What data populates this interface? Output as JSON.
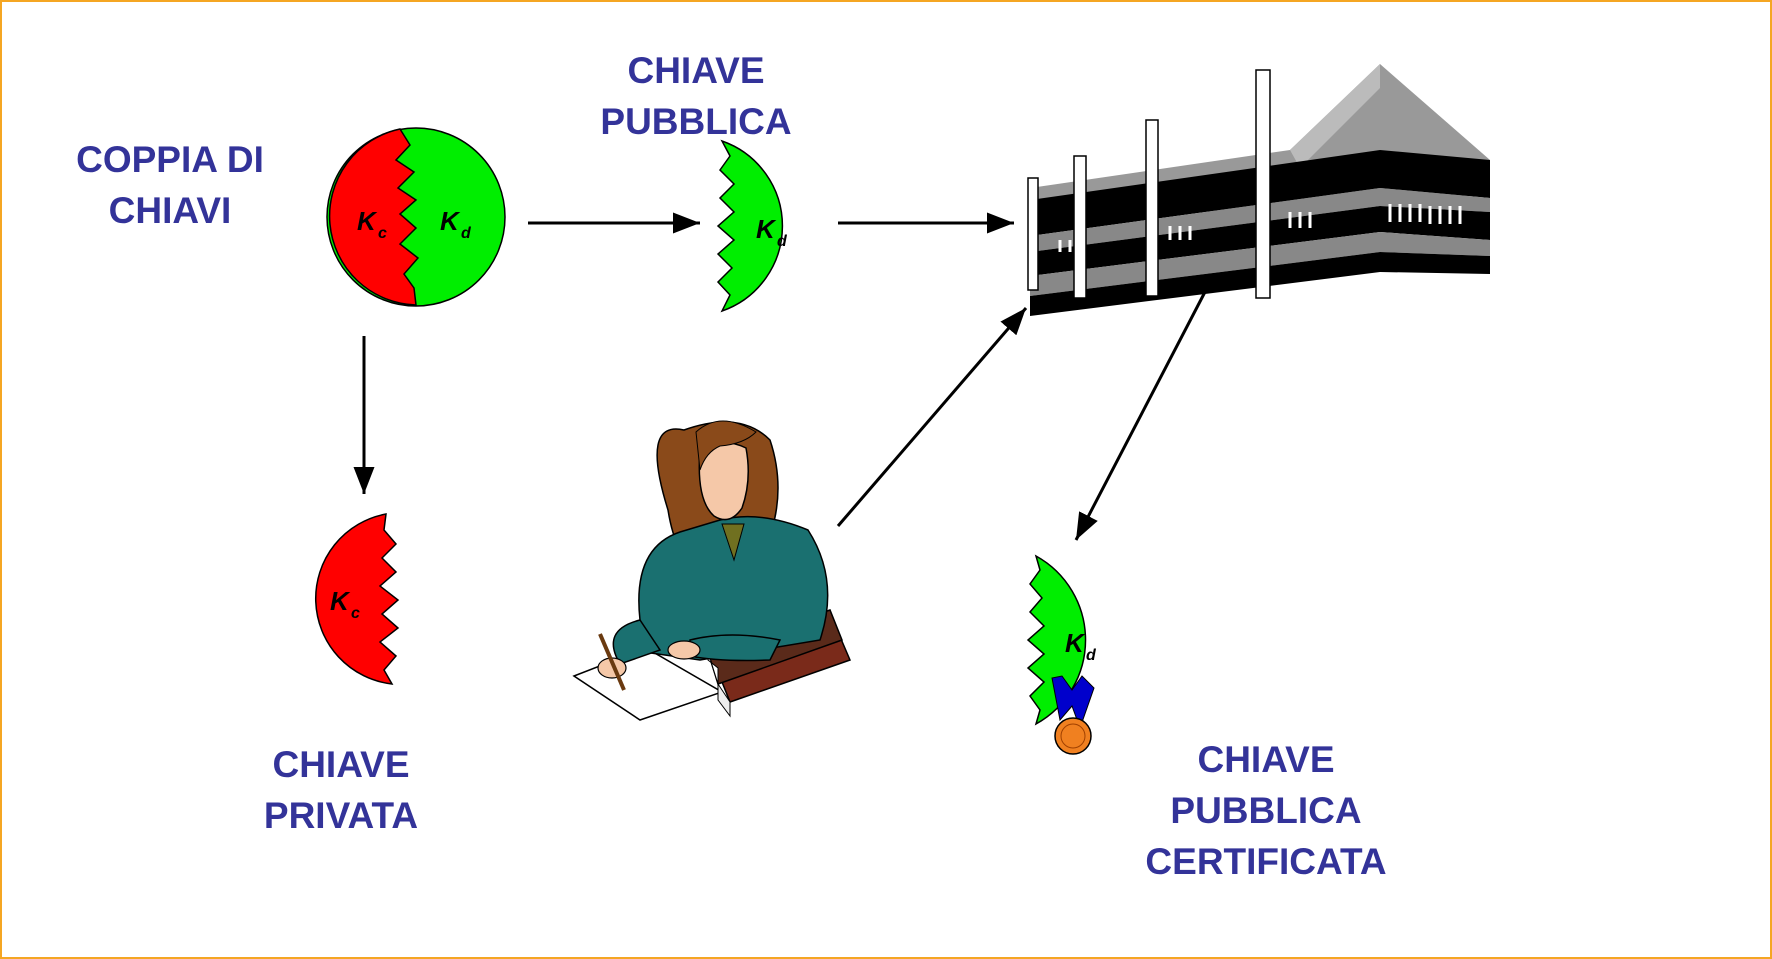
{
  "labels": {
    "coppia": [
      "COPPIA DI",
      "CHIAVI"
    ],
    "pubblica": [
      "CHIAVE",
      "PUBBLICA"
    ],
    "privata": [
      "CHIAVE",
      "PRIVATA"
    ],
    "certificata": [
      "CHIAVE",
      "PUBBLICA",
      "CERTIFICATA"
    ]
  },
  "keys": {
    "private_letter": "K",
    "private_sub": "c",
    "public_letter": "K",
    "public_sub": "d"
  },
  "colors": {
    "frame": "#f5a623",
    "label": "#333399",
    "private_key": "#ff0000",
    "public_key": "#00ee00",
    "arrow": "#000000",
    "ribbon": "#0000cc",
    "medal": "#f08020"
  }
}
